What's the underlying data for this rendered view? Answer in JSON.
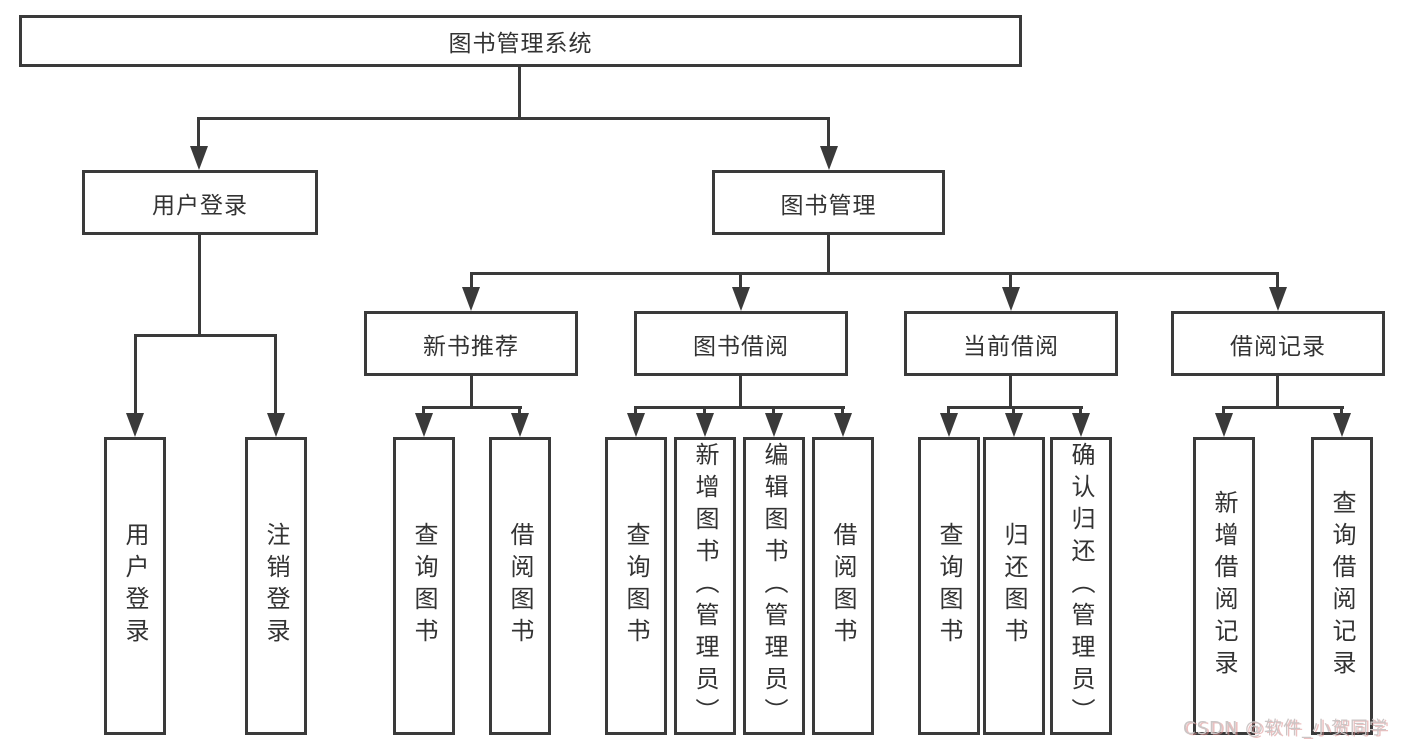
{
  "colors": {
    "line": "#3a3a3a",
    "text": "#333333",
    "background": "#ffffff",
    "watermark": "#cbc5c5"
  },
  "tree": {
    "root": {
      "label": "图书管理系统"
    },
    "branches": [
      {
        "label": "用户登录",
        "children": [
          {
            "label": "用户登录"
          },
          {
            "label": "注销登录"
          }
        ]
      },
      {
        "label": "图书管理",
        "children": [
          {
            "label": "新书推荐",
            "children": [
              {
                "label": "查询图书"
              },
              {
                "label": "借阅图书"
              }
            ]
          },
          {
            "label": "图书借阅",
            "children": [
              {
                "label": "查询图书"
              },
              {
                "label": "新增图书（管理员）"
              },
              {
                "label": "编辑图书（管理员）"
              },
              {
                "label": "借阅图书"
              }
            ]
          },
          {
            "label": "当前借阅",
            "children": [
              {
                "label": "查询图书"
              },
              {
                "label": "归还图书"
              },
              {
                "label": "确认归还（管理员）"
              }
            ]
          },
          {
            "label": "借阅记录",
            "children": [
              {
                "label": "新增借阅记录"
              },
              {
                "label": "查询借阅记录"
              }
            ]
          }
        ]
      }
    ]
  },
  "watermark": {
    "text": "CSDN @软件_小贺同学"
  }
}
